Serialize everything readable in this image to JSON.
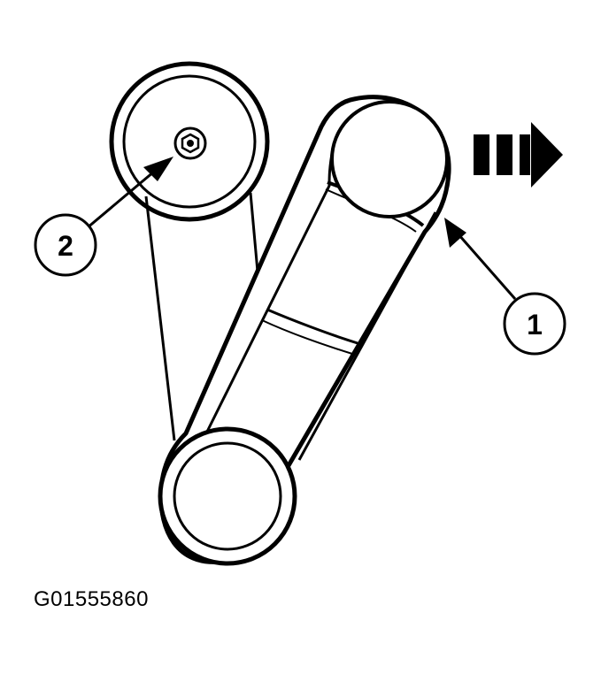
{
  "callouts": [
    {
      "id": "1",
      "label": "1"
    },
    {
      "id": "2",
      "label": "2"
    }
  ],
  "figure_id": "G01555860",
  "icons": {
    "direction_arrow": "dashed-right-arrow-icon",
    "bolt": "bolt-icon"
  }
}
